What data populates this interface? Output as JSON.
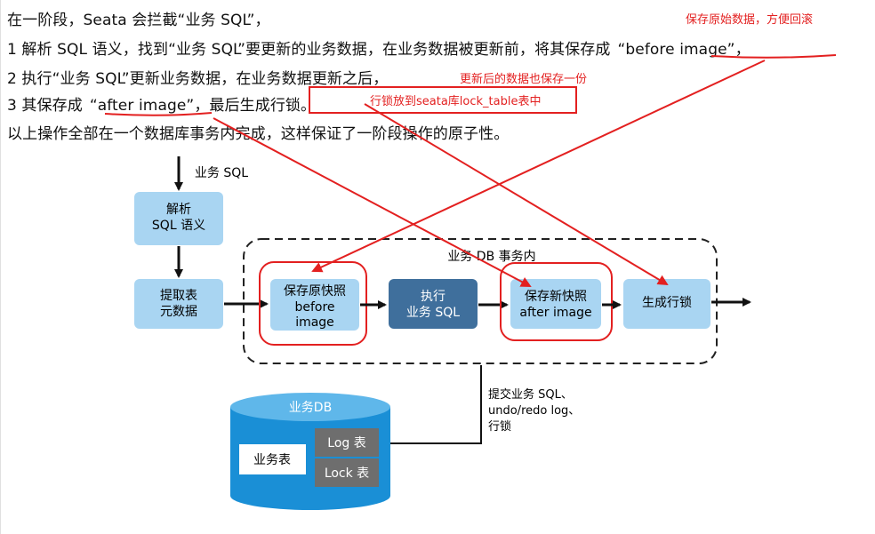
{
  "text": {
    "line1": "在一阶段，Seata 会拦截“业务 SQL”，",
    "line2_prefix": "1  解析 SQL 语义，找到“业务 SQL”要更新的业务数据，在业务数据被更新前，将其保存成",
    "line2_highlight": "“before image”",
    "line2_suffix": "，",
    "line3": "2  执行“业务 SQL”更新业务数据，在业务数据更新之后，",
    "line4_prefix": "3  其保存成",
    "line4_highlight": "“after image”",
    "line4_mid": "，最后生成",
    "line4_lock": "行锁。",
    "line5": "以上操作全部在一个数据库事务内完成，这样保证了一阶段操作的原子性。"
  },
  "annotations": {
    "rollback_note": "保存原始数据，方便回滚",
    "after_note": "更新后的数据也保存一份",
    "lock_note": "行锁放到seata库lock_table表中"
  },
  "diagram": {
    "input_label": "业务 SQL",
    "parse_box": [
      "解析",
      "SQL 语义"
    ],
    "extract_box": [
      "提取表",
      "元数据"
    ],
    "transaction_label": "业务 DB 事务内",
    "before_box": [
      "保存原快照",
      "before",
      "image"
    ],
    "exec_box": [
      "执行",
      "业务 SQL"
    ],
    "after_box": [
      "保存新快照",
      "after image"
    ],
    "lock_box": "生成行锁",
    "commit_label": [
      "提交业务 SQL、",
      "undo/redo log、",
      "行锁"
    ],
    "db_title": "业务DB",
    "db_table": "业务表",
    "db_log": "Log 表",
    "db_lock": "Lock 表"
  },
  "colors": {
    "accent_red": "#e32020",
    "light_box": "#a9d5f2",
    "dark_box": "#3f6f9c",
    "db_blue": "#1a8fd6",
    "gray_box": "#6e6e6e"
  }
}
